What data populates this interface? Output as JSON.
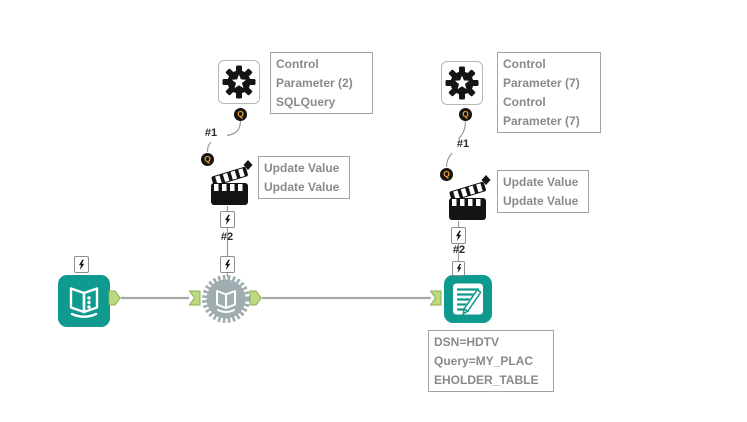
{
  "colors": {
    "teal": "#0e9a8e",
    "anchor_fill": "#bcda82",
    "anchor_border": "#8fae4e",
    "wire": "#a9a9a9",
    "box_border": "#a3a3a3",
    "label_text": "#8a8a8a",
    "connection_label_text": "#2b2b2b",
    "q_badge_bg": "#141414",
    "q_badge_text": "#f0a030",
    "icon_black": "#141414",
    "macro_gear_gray": "#9fadb0"
  },
  "badges": {
    "q": "Q"
  },
  "left_chain": {
    "control_parameter": {
      "icon": "gear",
      "caption": [
        "Control",
        "Parameter (2)",
        "SQLQuery"
      ]
    },
    "connection1_label": "#1",
    "action": {
      "icon": "clapperboard",
      "caption": [
        "Update Value",
        "Update Value"
      ]
    },
    "connection2_label": "#2",
    "macro_input": {
      "icon": "open-book"
    },
    "macro": {
      "icon": "gear-book"
    }
  },
  "right_chain": {
    "control_parameter": {
      "icon": "gear",
      "caption": [
        "Control",
        "Parameter (7)",
        "Control",
        "Parameter (7)"
      ]
    },
    "connection1_label": "#1",
    "action": {
      "icon": "clapperboard",
      "caption": [
        "Update Value",
        "Update Value"
      ]
    },
    "connection2_label": "#2",
    "dynamic_input": {
      "icon": "document-pencil",
      "annotation": [
        "DSN=HDTV",
        "Query=MY_PLAC",
        "EHOLDER_TABLE"
      ]
    }
  }
}
